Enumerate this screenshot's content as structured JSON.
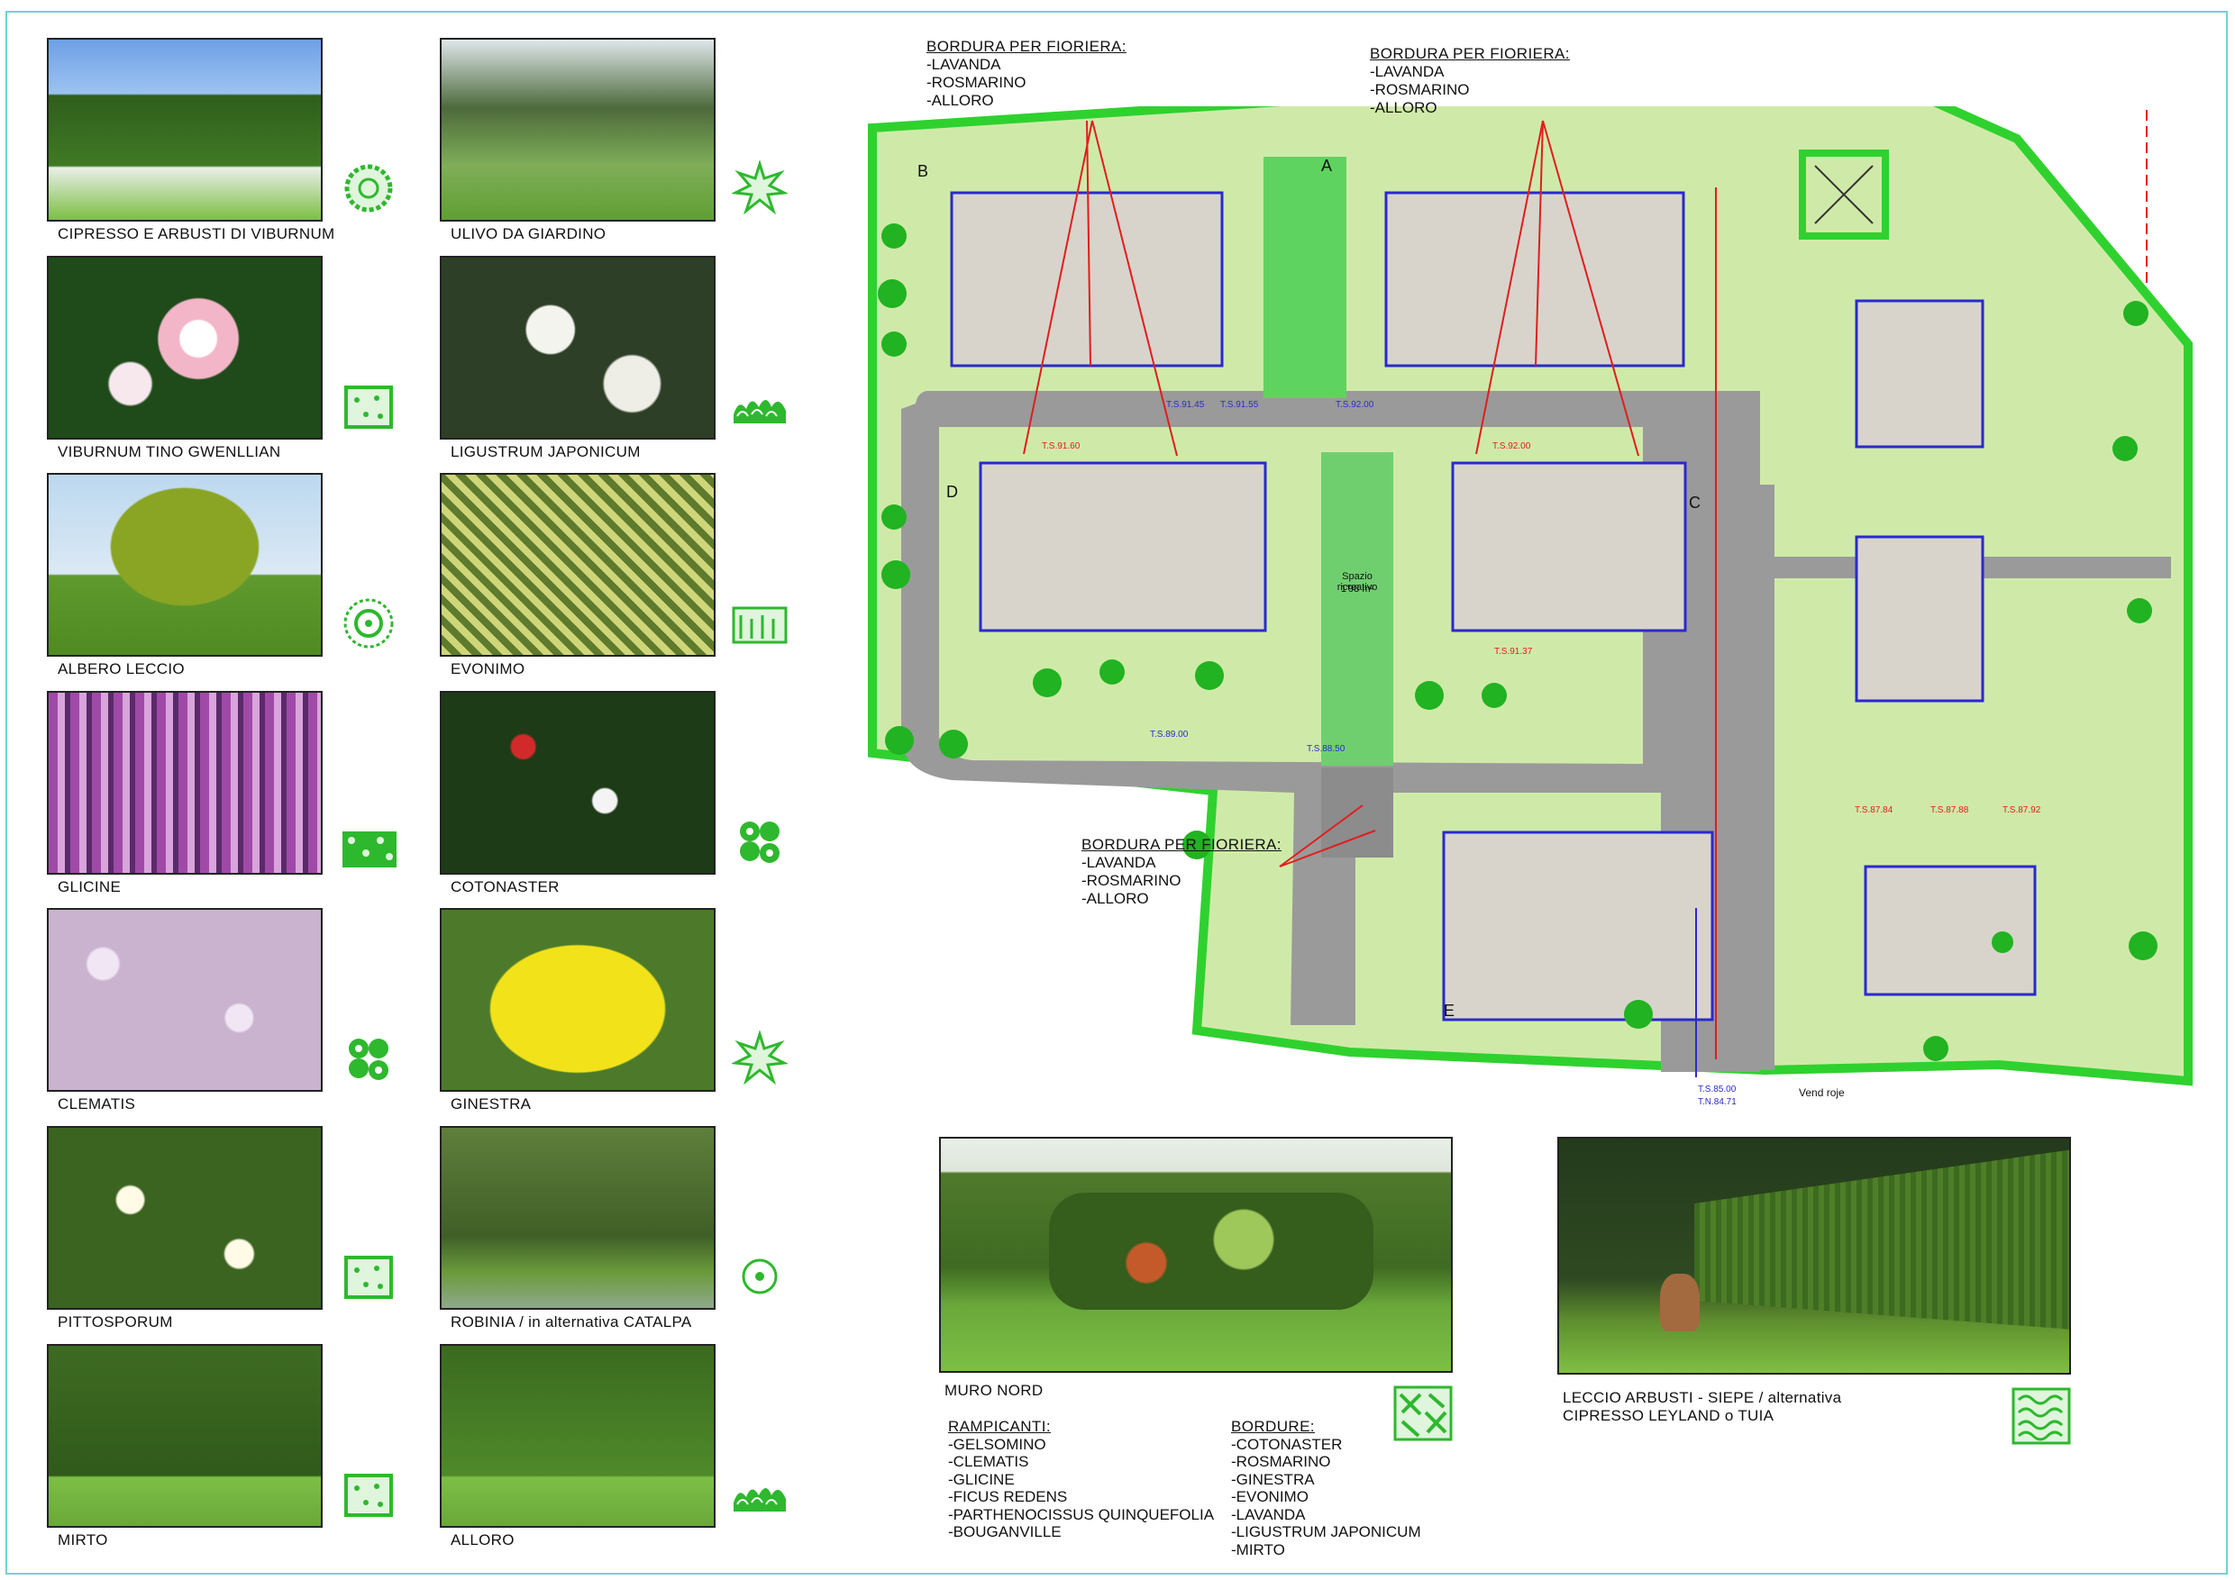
{
  "plants_left": [
    {
      "caption": "CIPRESSO E ARBUSTI DI VIBURNUM",
      "symbol": "round-canopy-icon"
    },
    {
      "caption": "VIBURNUM TINO GWENLLIAN",
      "symbol": "square-hedge-icon"
    },
    {
      "caption": "ALBERO LECCIO",
      "symbol": "ringed-tree-icon"
    },
    {
      "caption": "GLICINE",
      "symbol": "climber-strip-icon"
    },
    {
      "caption": "CLEMATIS",
      "symbol": "shrub-cluster-icon"
    },
    {
      "caption": "PITTOSPORUM",
      "symbol": "square-hedge-icon"
    },
    {
      "caption": "MIRTO",
      "symbol": "square-hedge-icon"
    }
  ],
  "plants_right": [
    {
      "caption": "ULIVO DA GIARDINO",
      "symbol": "spiky-tree-icon"
    },
    {
      "caption": "LIGUSTRUM JAPONICUM",
      "symbol": "bush-strip-icon"
    },
    {
      "caption": "EVONIMO",
      "symbol": "grass-border-icon"
    },
    {
      "caption": "COTONASTER",
      "symbol": "shrub-cluster-icon"
    },
    {
      "caption": "GINESTRA",
      "symbol": "spiky-tree-icon"
    },
    {
      "caption": "ROBINIA / in alternativa CATALPA",
      "symbol": "point-tree-icon"
    },
    {
      "caption": "ALLORO",
      "symbol": "bush-strip-icon"
    }
  ],
  "bordura_labels": [
    {
      "title": "BORDURA PER FIORIERA:",
      "items": [
        "-LAVANDA",
        "-ROSMARINO",
        "-ALLORO"
      ]
    },
    {
      "title": "BORDURA PER FIORIERA:",
      "items": [
        "-LAVANDA",
        "-ROSMARINO",
        "-ALLORO"
      ]
    },
    {
      "title": "BORDURA PER FIORIERA:",
      "items": [
        "-LAVANDA",
        "-ROSMARINO",
        "-ALLORO"
      ]
    }
  ],
  "plan": {
    "block_labels": [
      "A",
      "B",
      "C",
      "D",
      "E"
    ],
    "green_area_label": "Spazio ricreativo",
    "green_area_size": "1'98 m²",
    "roje_label": "Vend roje",
    "level_a": "T.S.85.00",
    "level_b": "T.N.84.71",
    "spot_levels": [
      "T.S.91.45",
      "T.S.91.55",
      "T.S.92.00",
      "T.S.91.60",
      "T.S.92.00",
      "T.S.91.37",
      "T.S.89.00",
      "T.S.88.50",
      "T.S.87.84",
      "T.S.87.88",
      "T.S.87.92"
    ]
  },
  "muro_nord": {
    "caption": "MURO NORD",
    "rampicanti_title": "RAMPICANTI:",
    "rampicanti": [
      "-GELSOMINO",
      "-CLEMATIS",
      "-GLICINE",
      "-FICUS REDENS",
      "-PARTHENOCISSUS QUINQUEFOLIA",
      "-BOUGANVILLE"
    ],
    "bordure_title": "BORDURE:",
    "bordure": [
      "-COTONASTER",
      "-ROSMARINO",
      "-GINESTRA",
      "-EVONIMO",
      "-LAVANDA",
      "-LIGUSTRUM JAPONICUM",
      "-MIRTO"
    ]
  },
  "siepe": {
    "caption_line1": "LECCIO ARBUSTI - SIEPE / alternativa",
    "caption_line2": "CIPRESSO LEYLAND o TUIA"
  },
  "colors": {
    "plan_green": "#2fd12f",
    "lawn": "#cfeaa8",
    "building": "#d8d4cc",
    "road": "#8f8f8f",
    "accent_red": "#e11d1d"
  }
}
